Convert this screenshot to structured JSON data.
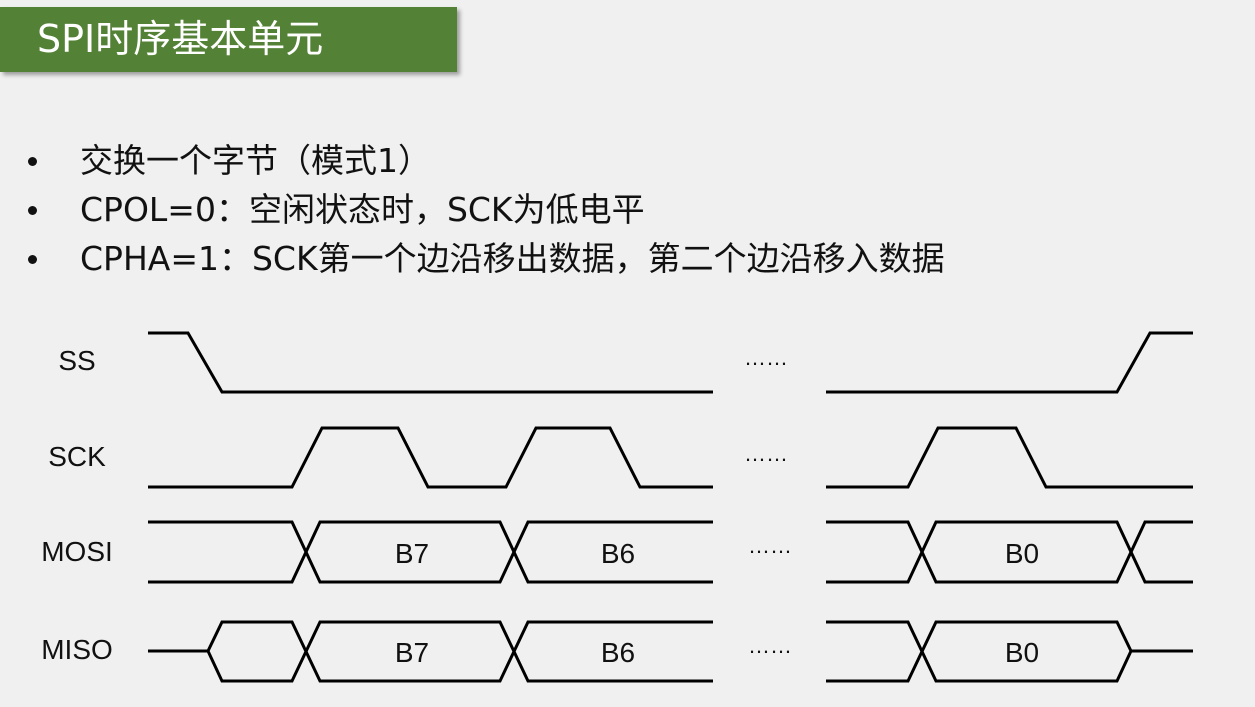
{
  "title": "SPI时序基本单元",
  "bullets": [
    "交换一个字节（模式1）",
    "CPOL=0：空闲状态时，SCK为低电平",
    "CPHA=1：SCK第一个边沿移出数据，第二个边沿移入数据"
  ],
  "diagram": {
    "signals": [
      "SS",
      "SCK",
      "MOSI",
      "MISO"
    ],
    "ellipsis": "……",
    "mosi_bytes": [
      "B7",
      "B6",
      "B0"
    ],
    "miso_bytes": [
      "B7",
      "B6",
      "B0"
    ]
  },
  "colors": {
    "title_bg": "#538135",
    "background": "#f0f0f0"
  }
}
